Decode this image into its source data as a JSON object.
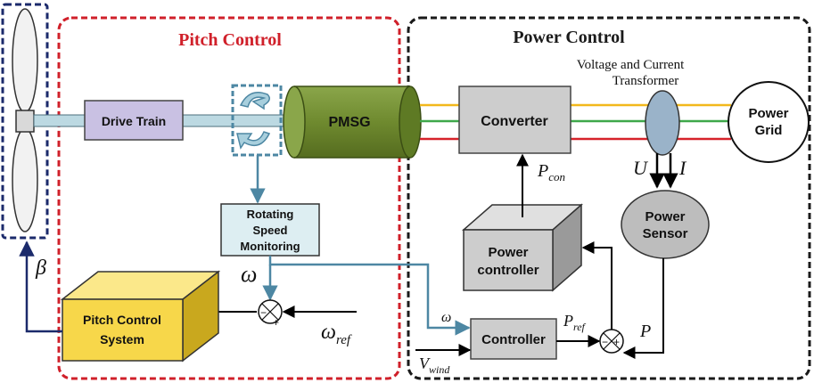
{
  "sections": {
    "pitch_control_title": "Pitch Control",
    "power_control_title": "Power Control"
  },
  "blocks": {
    "drive_train": "Drive Train",
    "pmsg": "PMSG",
    "converter": "Converter",
    "power_grid_line1": "Power",
    "power_grid_line2": "Grid",
    "vct_line1": "Voltage and Current",
    "vct_line2": "Transformer",
    "rsm_line1": "Rotating",
    "rsm_line2": "Speed",
    "rsm_line3": "Monitoring",
    "power_sensor_line1": "Power",
    "power_sensor_line2": "Sensor",
    "power_controller_line1": "Power",
    "power_controller_line2": "controller",
    "pitch_system_line1": "Pitch Control",
    "pitch_system_line2": "System",
    "controller": "Controller"
  },
  "symbols": {
    "beta": "β",
    "omega": "ω",
    "omega_ref_main": "ω",
    "omega_ref_sub": "ref",
    "omega_small": "ω",
    "p_con_main": "P",
    "p_con_sub": "con",
    "p_ref_main": "P",
    "p_ref_sub": "ref",
    "u": "U",
    "i": "I",
    "p": "P",
    "v_wind_main": "V",
    "v_wind_sub": "wind",
    "minus": "−",
    "plus": "+"
  },
  "colors": {
    "pitch_border": "#d0202a",
    "power_border": "#1a1a1a",
    "turbine_border": "#1b2a6b",
    "drive_train_fill": "#c9c1e3",
    "pmsg_fill": "#6f8a2f",
    "converter_fill": "#cdcdcd",
    "rsm_fill": "#ddeef2",
    "power_sensor_fill": "#bdbdbd",
    "pitch_system_front": "#f7d74a",
    "shaft_fill": "#bcd9e2",
    "signal_blue": "#4d87a3",
    "navy": "#1b2a6b",
    "line_yellow": "#f2b81c",
    "line_green": "#3ea84a",
    "line_red": "#d6232a"
  }
}
